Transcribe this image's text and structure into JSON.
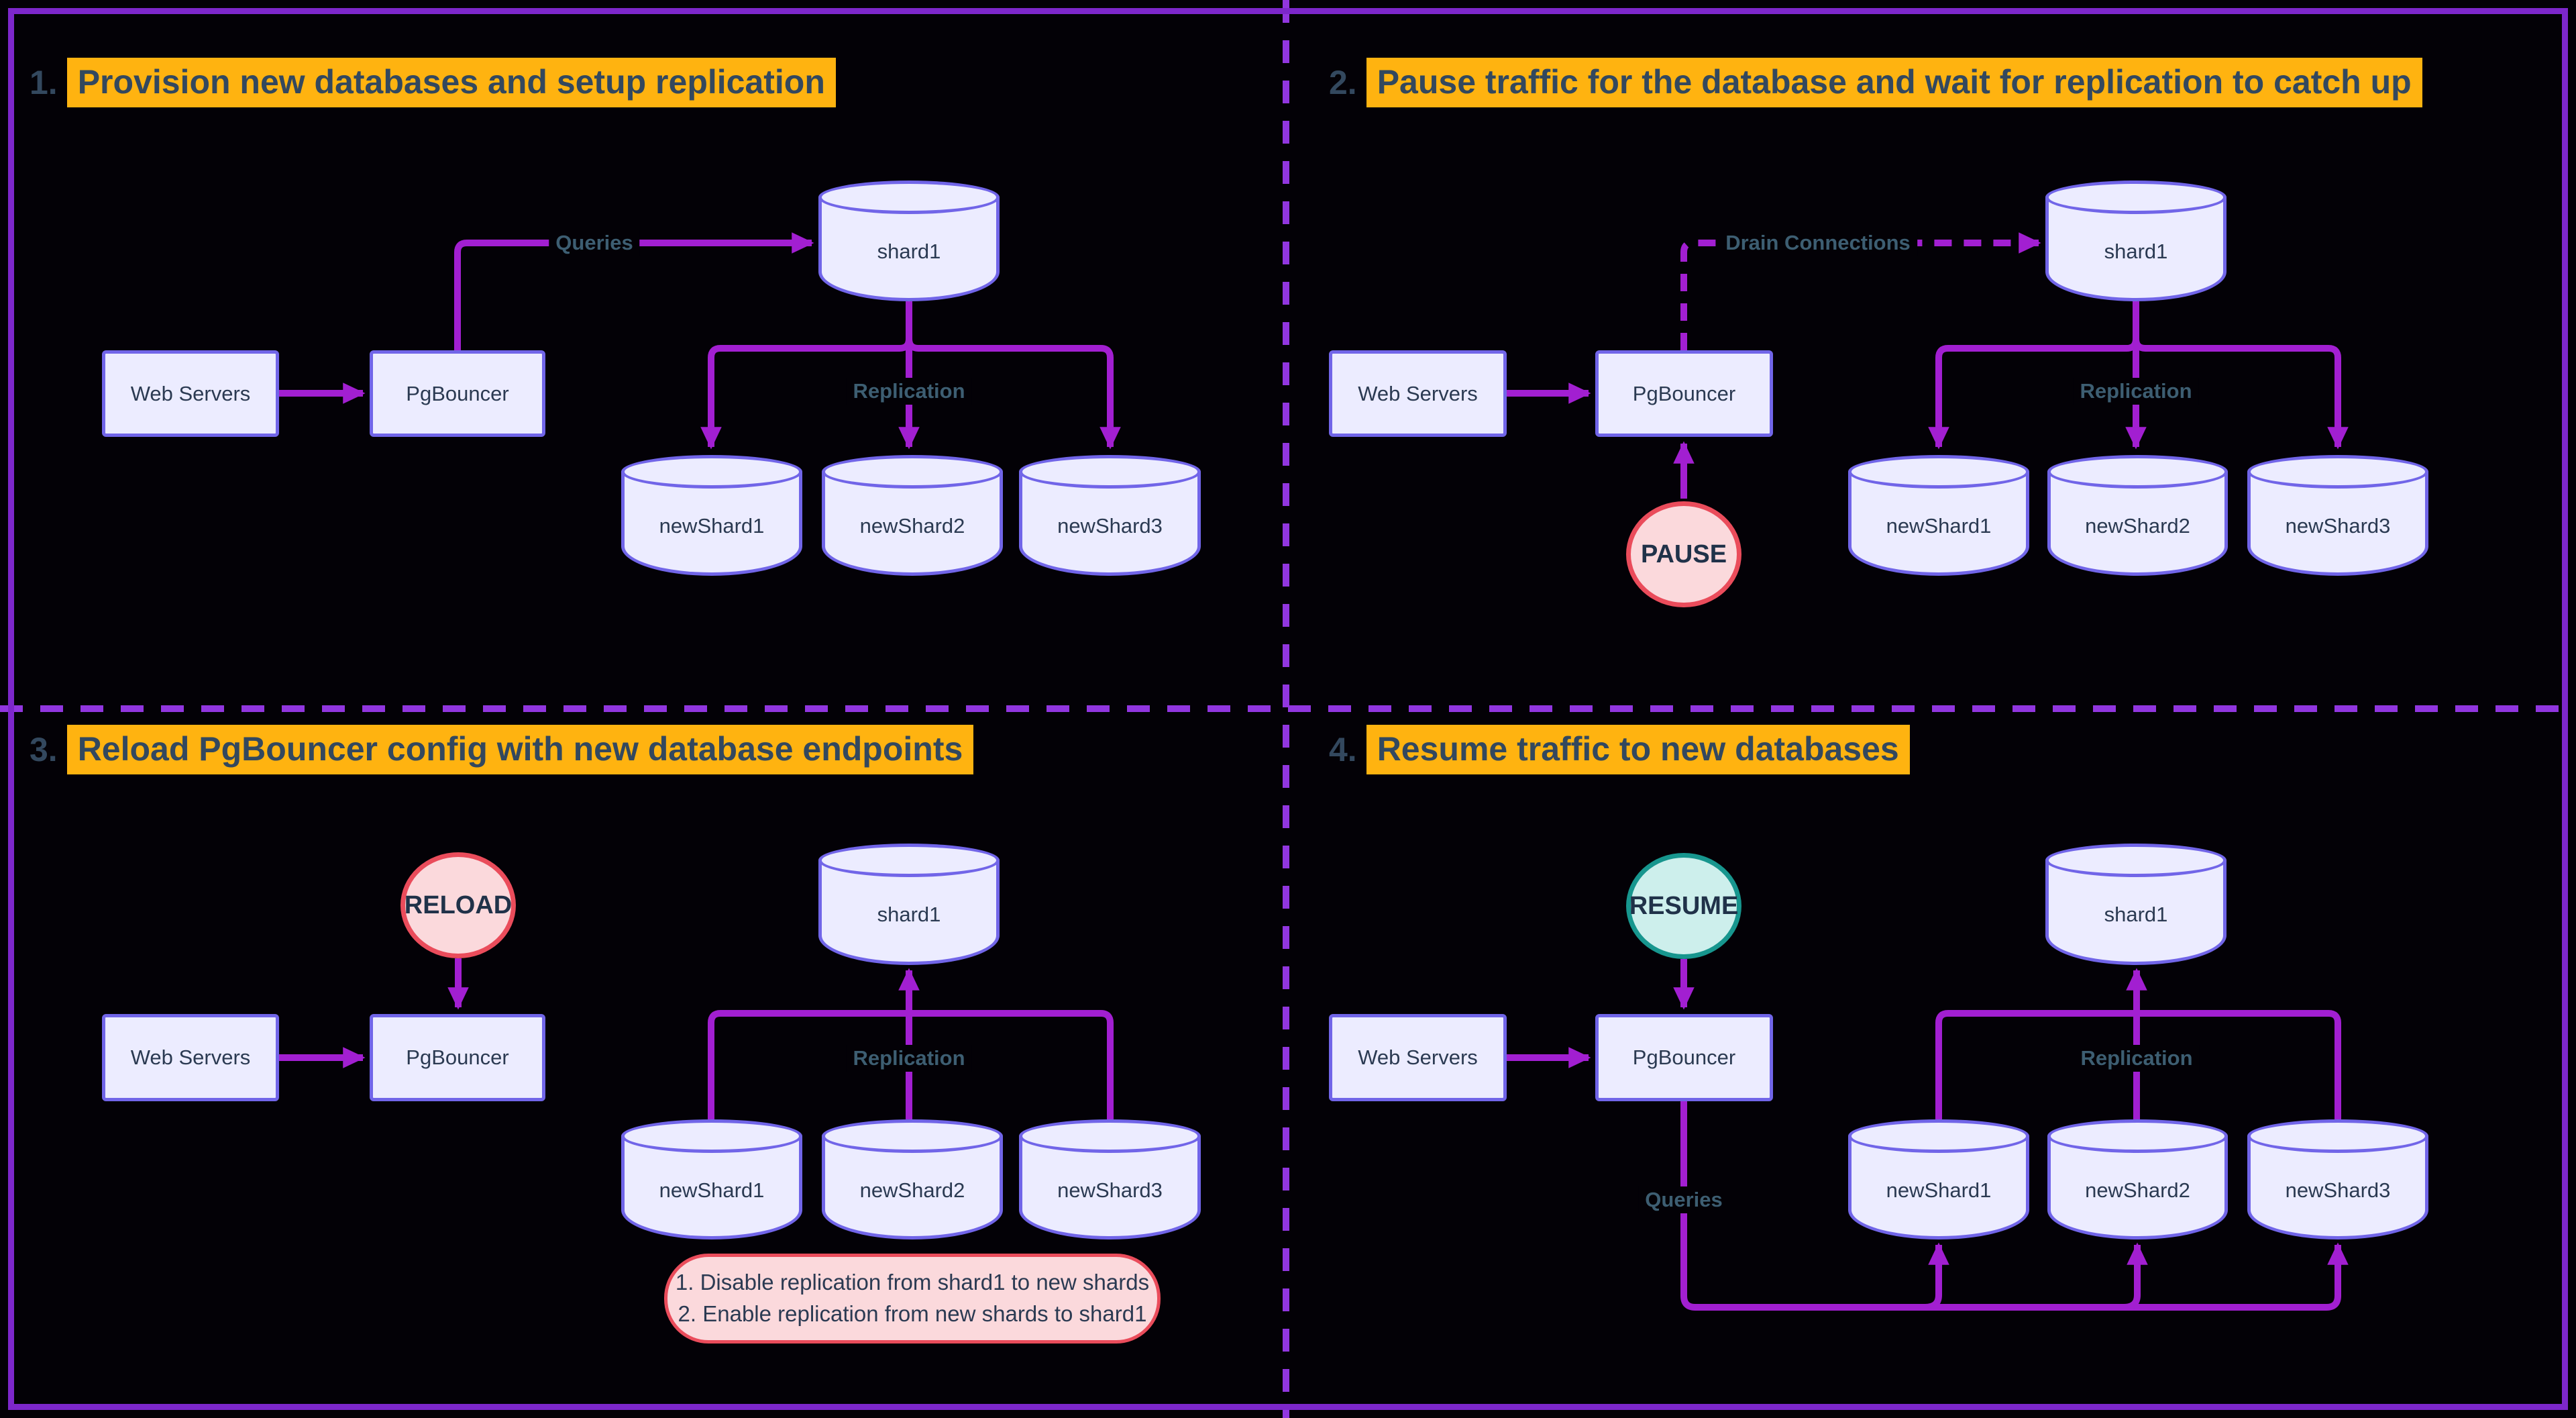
{
  "theme": {
    "page_bg": "#030106",
    "frame_border": "#7D27CB",
    "divider": "#9136DF",
    "edge_color": "#A21FD1",
    "node_fill": "#ECECFF",
    "node_border": "#7165E8",
    "node_text": "#2B3A52",
    "title_highlight_bg": "#FFB310",
    "title_text": "#33485E",
    "edge_label_text": "#3D5E72",
    "pause_reload_fill": "#FBD9DC",
    "pause_reload_border": "#EA4C5B",
    "resume_fill": "#CDEFEC",
    "resume_border": "#17968E"
  },
  "quadrants": [
    {
      "step_number": "1.",
      "title": "Provision new databases and setup replication",
      "nodes": {
        "web_servers": "Web Servers",
        "pgbouncer": "PgBouncer",
        "shard1": "shard1",
        "new_shard1": "newShard1",
        "new_shard2": "newShard2",
        "new_shard3": "newShard3"
      },
      "edge_labels": {
        "queries": "Queries",
        "replication": "Replication"
      }
    },
    {
      "step_number": "2.",
      "title": "Pause traffic for the database and wait for replication to catch up",
      "nodes": {
        "web_servers": "Web Servers",
        "pgbouncer": "PgBouncer",
        "shard1": "shard1",
        "new_shard1": "newShard1",
        "new_shard2": "newShard2",
        "new_shard3": "newShard3",
        "pause": "PAUSE"
      },
      "edge_labels": {
        "drain_connections": "Drain Connections",
        "replication": "Replication"
      }
    },
    {
      "step_number": "3.",
      "title": "Reload PgBouncer config with new database endpoints",
      "nodes": {
        "web_servers": "Web Servers",
        "pgbouncer": "PgBouncer",
        "shard1": "shard1",
        "new_shard1": "newShard1",
        "new_shard2": "newShard2",
        "new_shard3": "newShard3",
        "reload": "RELOAD"
      },
      "edge_labels": {
        "replication": "Replication"
      },
      "note": {
        "line1": "1. Disable replication from shard1 to new shards",
        "line2": "2. Enable replication from new shards to shard1"
      }
    },
    {
      "step_number": "4.",
      "title": "Resume traffic to new databases",
      "nodes": {
        "web_servers": "Web Servers",
        "pgbouncer": "PgBouncer",
        "shard1": "shard1",
        "new_shard1": "newShard1",
        "new_shard2": "newShard2",
        "new_shard3": "newShard3",
        "resume": "RESUME"
      },
      "edge_labels": {
        "queries": "Queries",
        "replication": "Replication"
      }
    }
  ]
}
